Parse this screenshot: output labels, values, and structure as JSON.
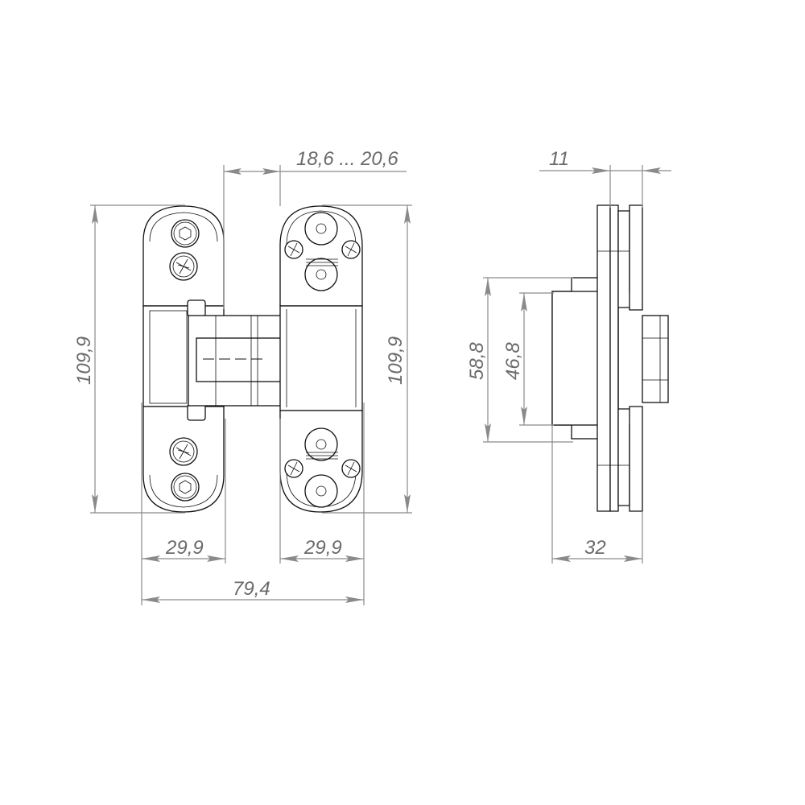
{
  "drawing": {
    "subject": "concealed door hinge technical drawing",
    "views": [
      "front-view",
      "side-view"
    ],
    "dimension_color": "#8a8a8a",
    "line_color": "#111111",
    "dimensions": {
      "gap_range": "18,6 ... 20,6",
      "height_left": "109,9",
      "height_right": "109,9",
      "width_left_plate": "29,9",
      "width_right_plate": "29,9",
      "overall_width": "79,4",
      "side_thickness": "11",
      "side_outer_height": "58,8",
      "side_inner_height": "46,8",
      "side_depth": "32"
    }
  }
}
